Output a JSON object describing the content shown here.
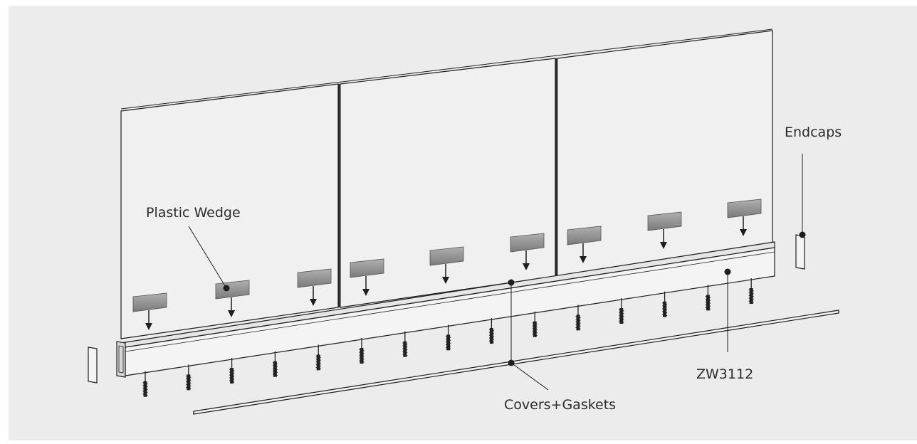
{
  "labels": {
    "plastic_wedge": "Plastic Wedge",
    "endcaps": "Endcaps",
    "covers_gaskets": "Covers+Gaskets",
    "profile": "ZW3112"
  },
  "colors": {
    "background": "#ececec",
    "frame": "#ffffff",
    "line": "#1e1e1e",
    "wedge": "#8f8f8f",
    "screw": "#222222"
  }
}
